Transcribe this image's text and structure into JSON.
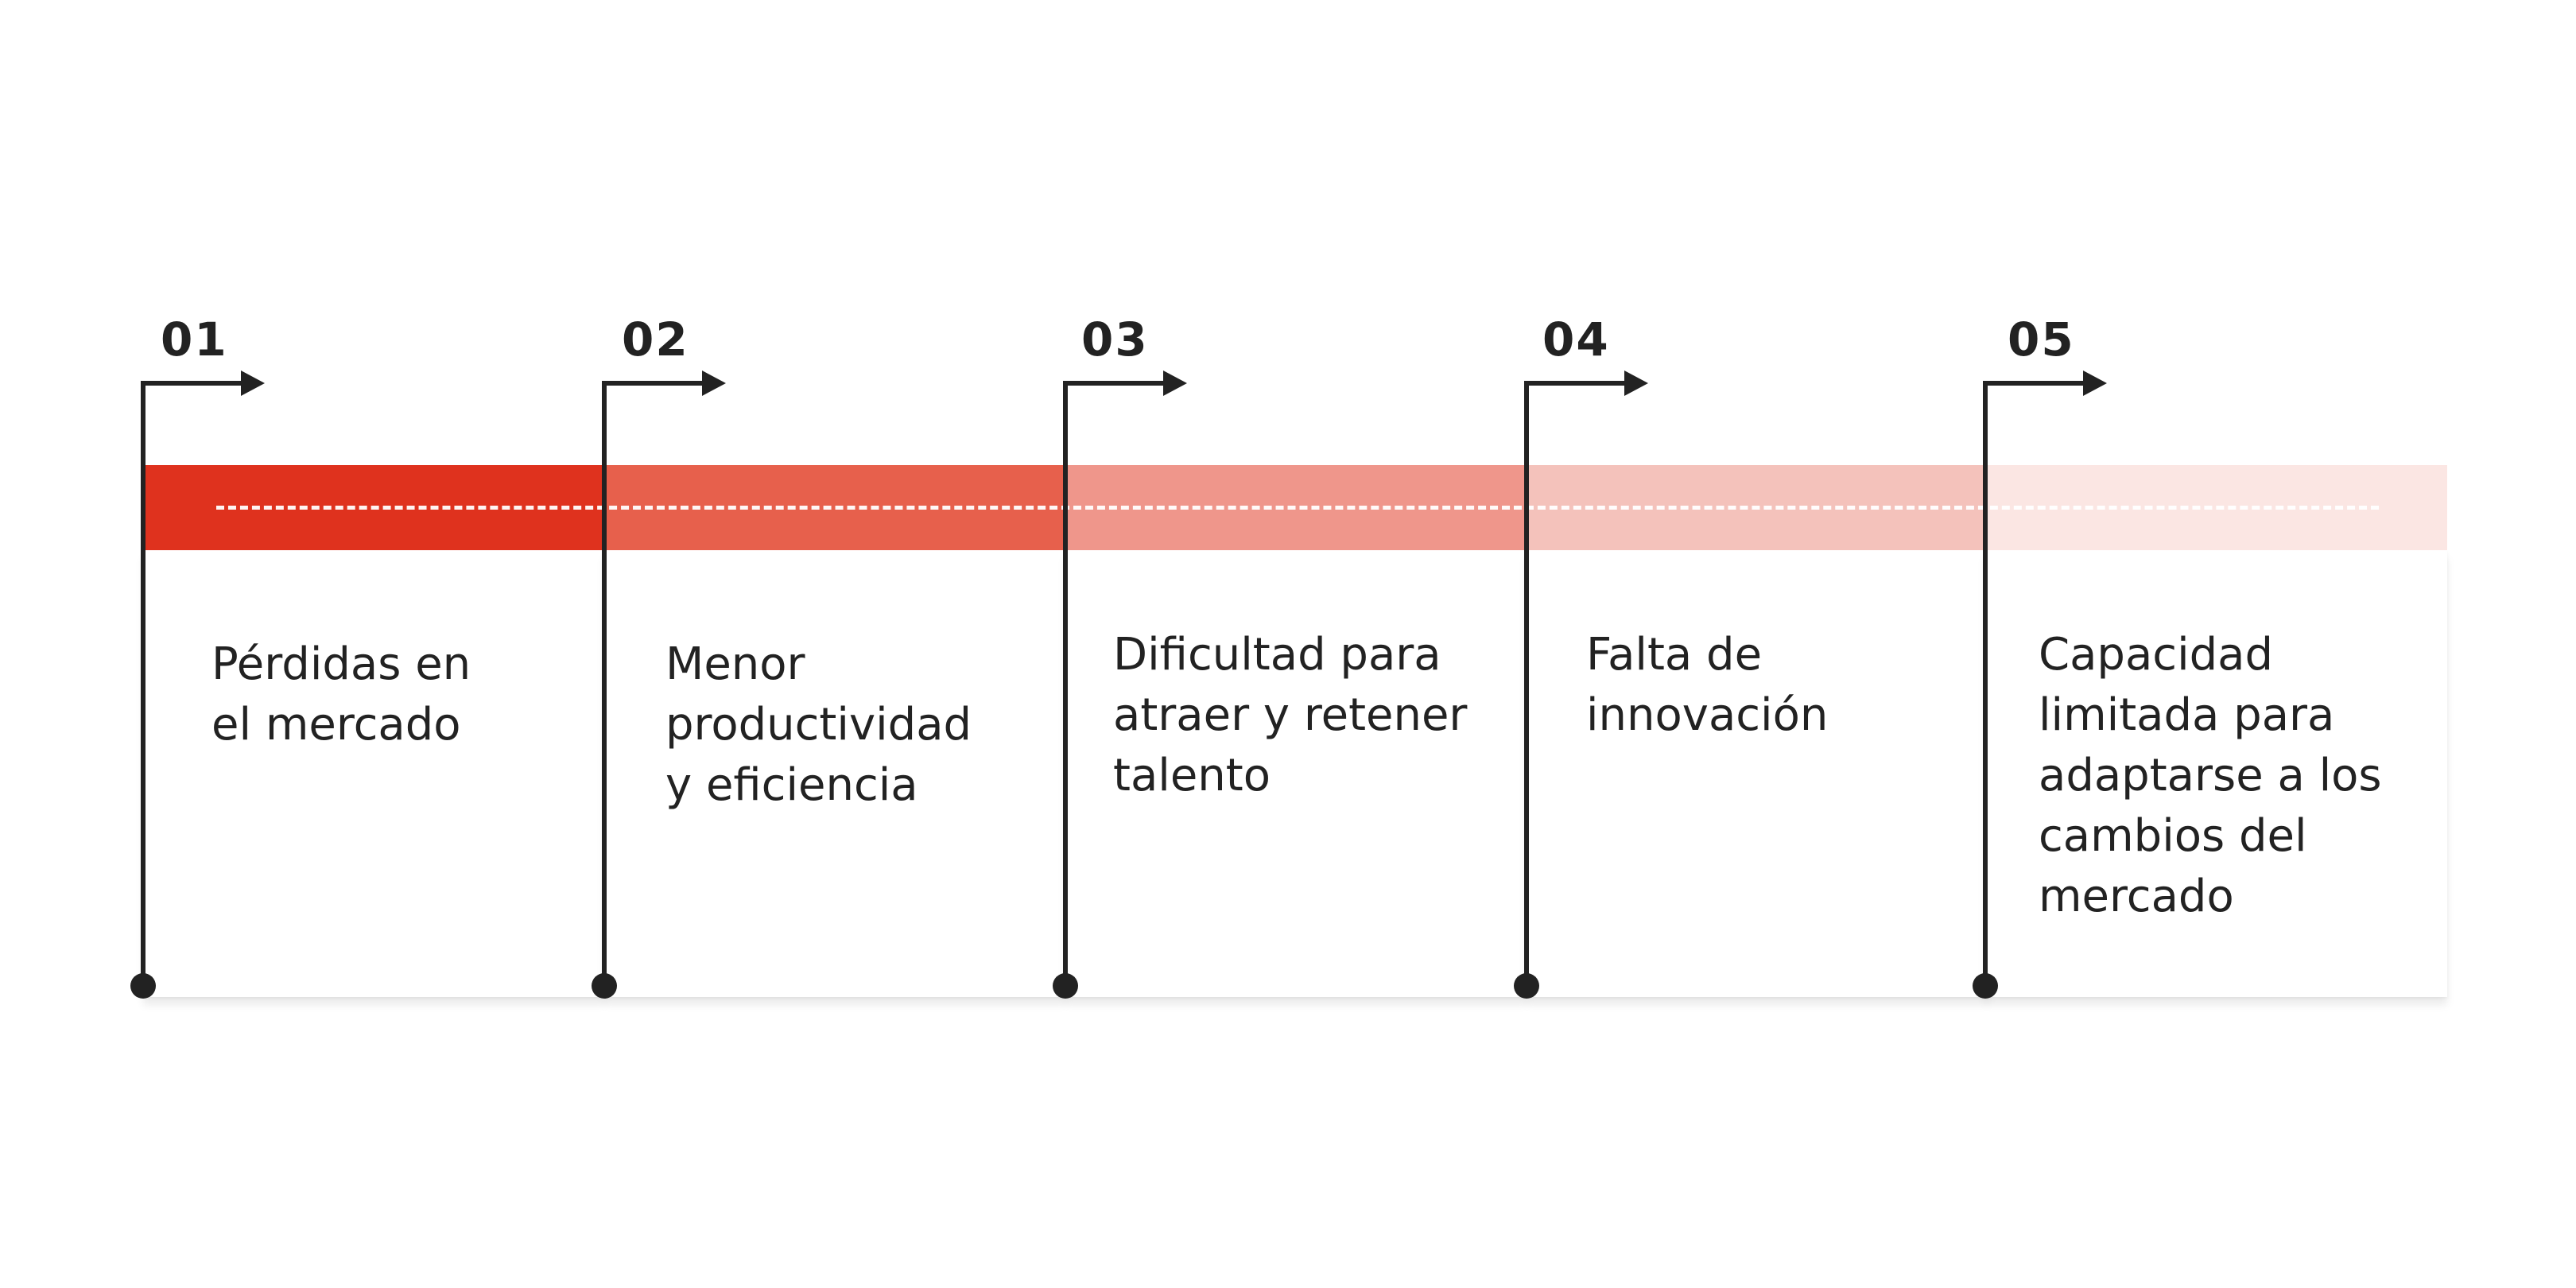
{
  "steps": [
    {
      "number": "01",
      "text": "Pérdidas en\nel mercado",
      "color": "#df321e"
    },
    {
      "number": "02",
      "text": "Menor\nproductividad\ny eficiencia",
      "color": "#e7604c"
    },
    {
      "number": "03",
      "text": "Dificultad para\natraer y retener\ntalento",
      "color": "#ef968b"
    },
    {
      "number": "04",
      "text": "Falta de\ninnovación",
      "color": "#f4c2bb"
    },
    {
      "number": "05",
      "text": "Capacidad\nlimitada para\nadaptarse a los\ncambios del\nmercado",
      "color": "#fbe6e3"
    }
  ]
}
